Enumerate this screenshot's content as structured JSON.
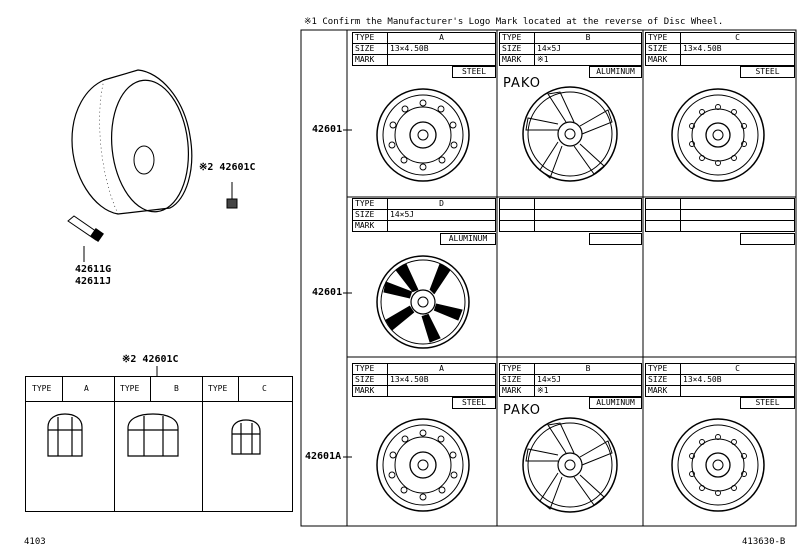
{
  "note": "※1  Confirm the Manufacturer's Logo Mark located at the reverse of Disc Wheel.",
  "labels": {
    "header_type": "TYPE",
    "header_size": "SIZE",
    "header_mark": "MARK",
    "steel": "STEEL",
    "aluminum": "ALUMINUM",
    "pako": "PAKO"
  },
  "parts": {
    "nut_callout": "※2 42601C",
    "valve_a": "42611G",
    "valve_b": "42611J",
    "wheel_row1": "42601",
    "wheel_row2": "42601",
    "wheel_row3": "42601A",
    "nut_table_title": "※2 42601C"
  },
  "row1": [
    {
      "type": "A",
      "size": "13×4.50B",
      "mark": "",
      "material": "STEEL"
    },
    {
      "type": "B",
      "size": "14×5J",
      "mark": "※1",
      "material": "ALUMINUM"
    },
    {
      "type": "C",
      "size": "13×4.50B",
      "mark": "",
      "material": "STEEL"
    }
  ],
  "row2": [
    {
      "type": "D",
      "size": "14×5J",
      "mark": "",
      "material": "ALUMINUM"
    }
  ],
  "row3": [
    {
      "type": "A",
      "size": "13×4.50B",
      "mark": "",
      "material": "STEEL"
    },
    {
      "type": "B",
      "size": "14×5J",
      "mark": "※1",
      "material": "ALUMINUM"
    },
    {
      "type": "C",
      "size": "13×4.50B",
      "mark": "",
      "material": "STEEL"
    }
  ],
  "nut_types": [
    "A",
    "B",
    "C"
  ],
  "footer": {
    "left": "4103",
    "right": "413630-B"
  }
}
